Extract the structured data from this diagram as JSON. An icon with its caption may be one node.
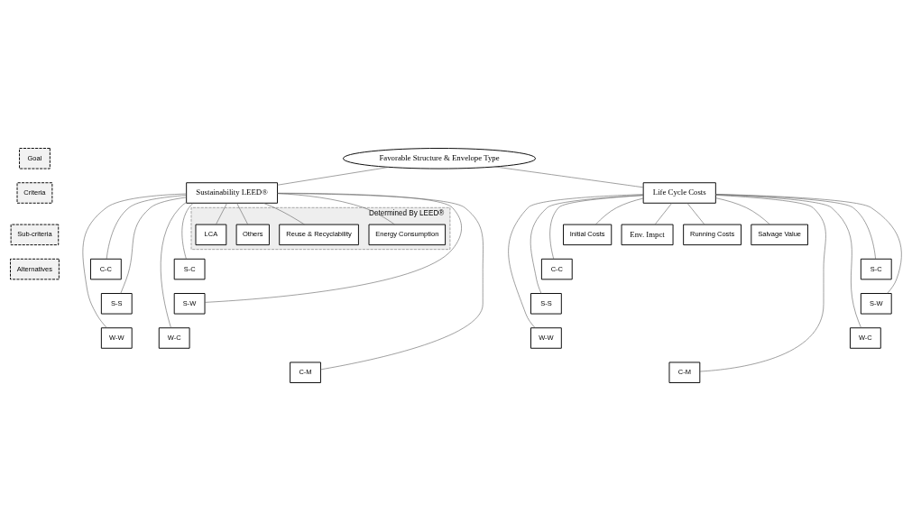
{
  "diagram": {
    "nodes": [
      {
        "text": [
          "Goal"
        ]
      },
      {
        "text": [
          "Favorable Structure & Envelope Type"
        ]
      },
      {
        "text": [
          "Criteria"
        ]
      },
      {
        "text": [
          "Sustainability LEED®"
        ]
      },
      {
        "text": [
          "Life Cycle Costs"
        ]
      },
      {
        "text": [
          "Sub-criteria"
        ]
      },
      {
        "text": [
          "Determined By LEED®"
        ]
      },
      {
        "text": [
          "Energy Consumption"
        ],
        "in": 6
      },
      {
        "text": [
          "Reuse & Recyclability"
        ],
        "in": 6
      },
      {
        "text": [
          "Others"
        ],
        "in": 6
      },
      {
        "text": [
          "LCA"
        ],
        "in": 6
      },
      {
        "text": [
          "Initial Costs"
        ]
      },
      {
        "text": [
          "Env. Impct"
        ]
      },
      {
        "text": [
          "Running Costs"
        ]
      },
      {
        "text": [
          "Salvage Value"
        ]
      },
      {
        "text": [
          "Alternatives"
        ]
      },
      {
        "text": [
          "C-C"
        ]
      },
      {
        "text": [
          "S-C"
        ]
      },
      {
        "text": [
          "S-S"
        ]
      },
      {
        "text": [
          "S-W"
        ]
      },
      {
        "text": [
          "W-W"
        ]
      },
      {
        "text": [
          "W-C"
        ]
      },
      {
        "text": [
          "C-M"
        ]
      },
      {
        "text": [
          "C-C"
        ]
      },
      {
        "text": [
          "S-C"
        ]
      },
      {
        "text": [
          "S-S"
        ]
      },
      {
        "text": [
          "S-W"
        ]
      },
      {
        "text": [
          "W-W"
        ]
      },
      {
        "text": [
          "W-C"
        ]
      },
      {
        "text": [
          "C-M"
        ]
      }
    ],
    "edges": [
      {
        "from": 1,
        "to": 3,
        "arrow": "none"
      },
      {
        "from": 1,
        "to": 4,
        "arrow": "none"
      },
      {
        "from": 3,
        "to": 7,
        "arrow": "none"
      },
      {
        "from": 3,
        "to": 8,
        "arrow": "none"
      },
      {
        "from": 3,
        "to": 9,
        "arrow": "none"
      },
      {
        "from": 3,
        "to": 10,
        "arrow": "none"
      },
      {
        "from": 4,
        "to": 11,
        "arrow": "none"
      },
      {
        "from": 4,
        "to": 12,
        "arrow": "none"
      },
      {
        "from": 4,
        "to": 13,
        "arrow": "none"
      },
      {
        "from": 4,
        "to": 14,
        "arrow": "none"
      },
      {
        "from": 3,
        "to": 16,
        "arrow": "none"
      },
      {
        "from": 3,
        "to": 17,
        "arrow": "none"
      },
      {
        "from": 3,
        "to": 18,
        "arrow": "none"
      },
      {
        "from": 3,
        "to": 19,
        "arrow": "none"
      },
      {
        "from": 3,
        "to": 20,
        "arrow": "none"
      },
      {
        "from": 3,
        "to": 21,
        "arrow": "none"
      },
      {
        "from": 3,
        "to": 22,
        "arrow": "none"
      },
      {
        "from": 4,
        "to": 23,
        "arrow": "none"
      },
      {
        "from": 4,
        "to": 24,
        "arrow": "none"
      },
      {
        "from": 4,
        "to": 25,
        "arrow": "none"
      },
      {
        "from": 4,
        "to": 26,
        "arrow": "none"
      },
      {
        "from": 4,
        "to": 27,
        "arrow": "none"
      },
      {
        "from": 4,
        "to": 28,
        "arrow": "none"
      },
      {
        "from": 4,
        "to": 29,
        "arrow": "none"
      }
    ]
  }
}
